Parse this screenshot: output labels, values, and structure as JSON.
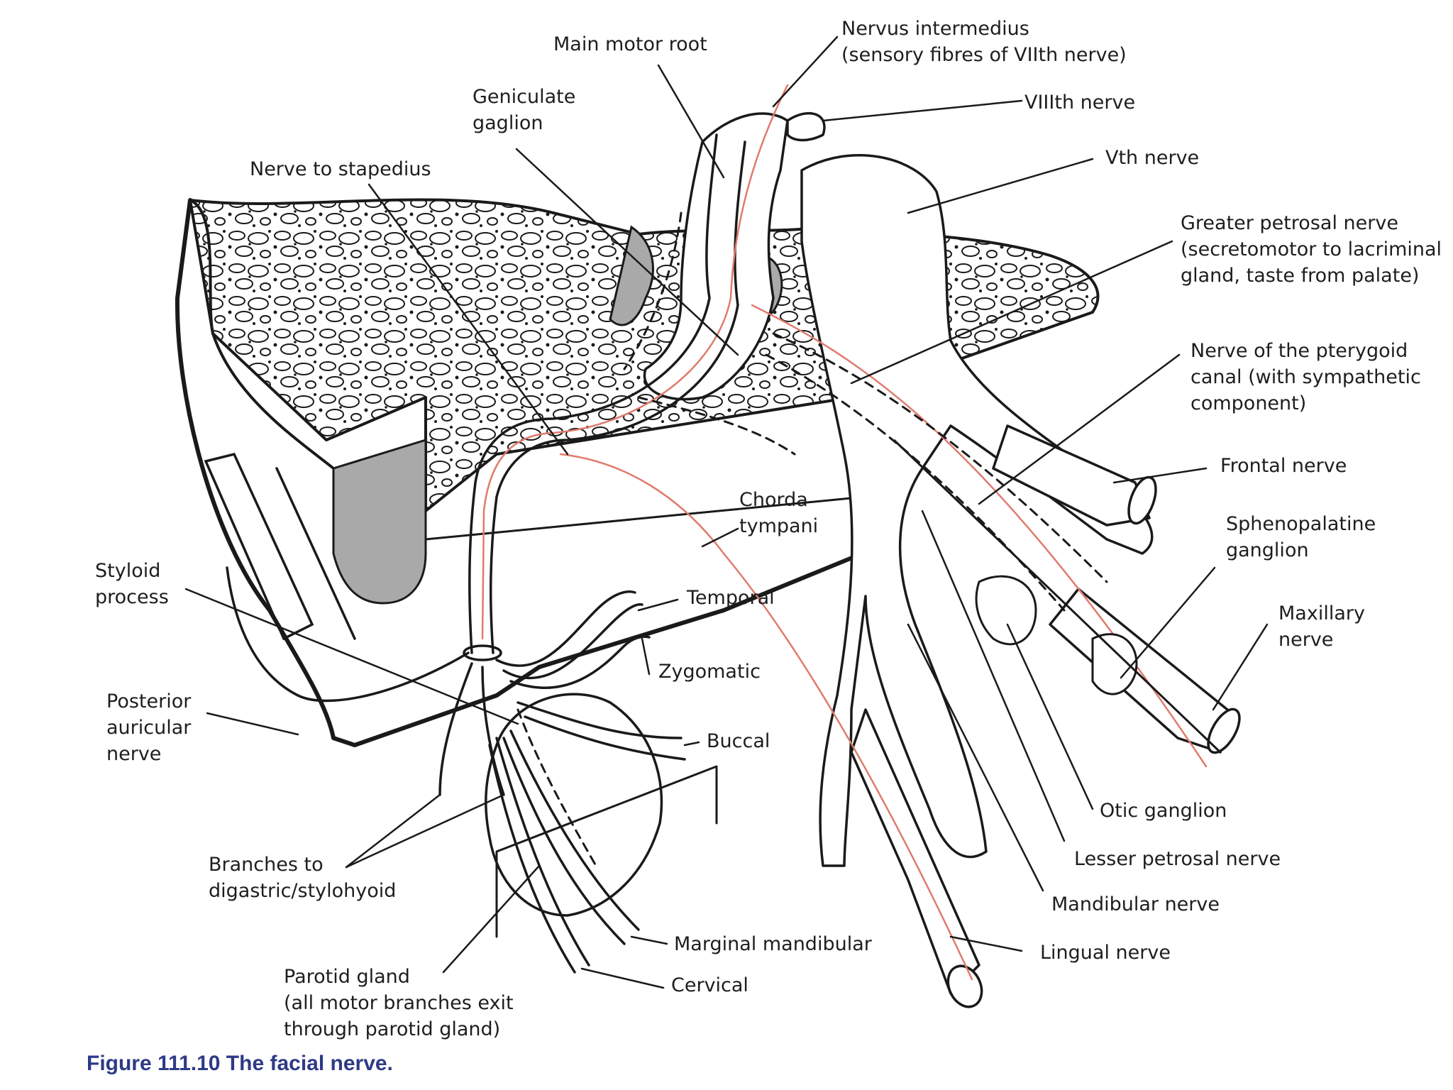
{
  "caption": "Figure 111.10 The facial nerve.",
  "colors": {
    "outline": "#1a1a1a",
    "nerve_fibre": "#e07b6e",
    "shaded_region": "#a9a9a9",
    "caption": "#2e3a87"
  },
  "labels": {
    "main_motor_root": [
      "Main motor root"
    ],
    "nervus_intermedius": [
      "Nervus intermedius",
      "(sensory fibres of VIIth nerve)"
    ],
    "viiith_nerve": [
      "VIIIth nerve"
    ],
    "geniculate_ganglion": [
      "Geniculate",
      "gaglion"
    ],
    "vth_nerve": [
      "Vth nerve"
    ],
    "nerve_to_stapedius": [
      "Nerve to stapedius"
    ],
    "greater_petrosal_nerve": [
      "Greater petrosal nerve",
      "(secretomotor to lacriminal",
      "gland, taste from palate)"
    ],
    "nerve_of_pterygoid_canal": [
      "Nerve of the pterygoid",
      "canal (with sympathetic",
      "component)"
    ],
    "frontal_nerve": [
      "Frontal nerve"
    ],
    "chorda_tympani": [
      "Chorda",
      "tympani"
    ],
    "sphenopalatine_ganglion": [
      "Sphenopalatine",
      "ganglion"
    ],
    "styloid_process": [
      "Styloid",
      "process"
    ],
    "temporal": [
      "Temporal"
    ],
    "maxillary_nerve": [
      "Maxillary",
      "nerve"
    ],
    "zygomatic": [
      "Zygomatic"
    ],
    "posterior_auricular_nerve": [
      "Posterior",
      "auricular",
      "nerve"
    ],
    "buccal": [
      "Buccal"
    ],
    "otic_ganglion": [
      "Otic ganglion"
    ],
    "branches_to_digastric": [
      "Branches to",
      "digastric/stylohyoid"
    ],
    "lesser_petrosal_nerve": [
      "Lesser petrosal nerve"
    ],
    "mandibular_nerve": [
      "Mandibular nerve"
    ],
    "marginal_mandibular": [
      "Marginal mandibular"
    ],
    "lingual_nerve": [
      "Lingual nerve"
    ],
    "cervical": [
      "Cervical"
    ],
    "parotid_gland": [
      "Parotid gland",
      "(all motor branches exit",
      "through parotid gland)"
    ]
  }
}
